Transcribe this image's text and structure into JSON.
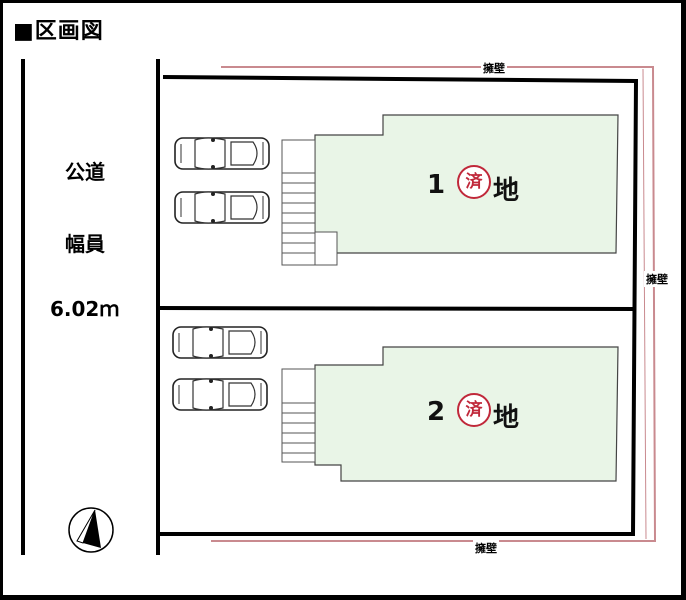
{
  "title": "■区画図",
  "road": {
    "line1": "公道",
    "line2": "幅員",
    "width": "6.02ｍ"
  },
  "wall_label": "擁壁",
  "lots": [
    {
      "number": "1",
      "stamp": "済",
      "suffix": "地"
    },
    {
      "number": "2",
      "stamp": "済",
      "suffix": "地"
    }
  ],
  "colors": {
    "house_fill": "#e9f5e7",
    "wall_outline": "#c98a8f",
    "stamp": "#c0283a"
  },
  "icons": {
    "north": "north-arrow-icon",
    "car": "car-icon",
    "stairs": "stairs-icon"
  }
}
